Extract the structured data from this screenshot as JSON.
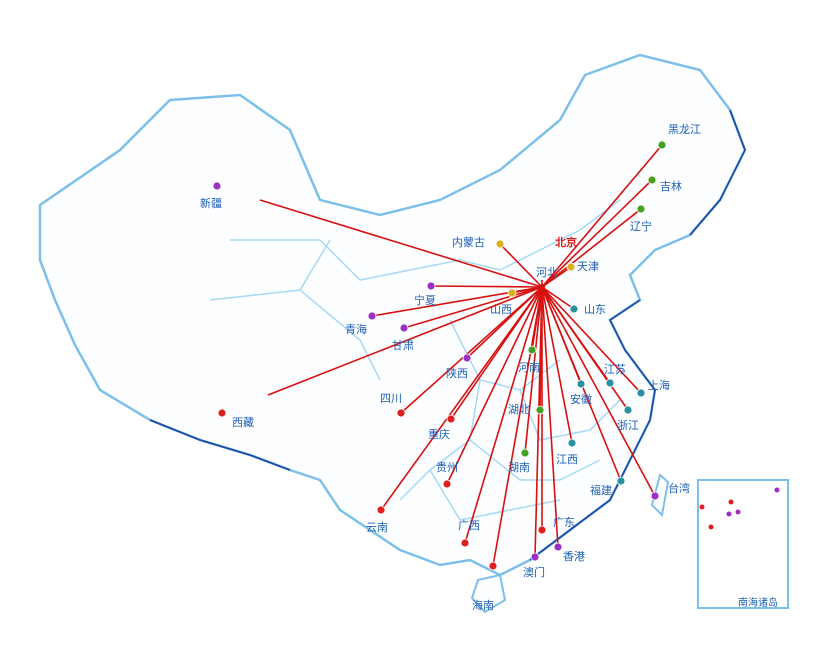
{
  "hub": {
    "name": "北京",
    "color": "#e01818"
  },
  "line_color": "#d81010",
  "inset_label": "南海诸岛",
  "provinces": [
    {
      "name": "黑龙江",
      "color": "#44a020"
    },
    {
      "name": "吉林",
      "color": "#44a020"
    },
    {
      "name": "辽宁",
      "color": "#44a020"
    },
    {
      "name": "内蒙古",
      "color": "#d8b020"
    },
    {
      "name": "天津",
      "color": "#d8b020"
    },
    {
      "name": "河北",
      "color": "#d8b020"
    },
    {
      "name": "山西",
      "color": "#d8b020"
    },
    {
      "name": "山东",
      "color": "#2a8fa0"
    },
    {
      "name": "宁夏",
      "color": "#9b30c8"
    },
    {
      "name": "青海",
      "color": "#9b30c8"
    },
    {
      "name": "甘肃",
      "color": "#9b30c8"
    },
    {
      "name": "陕西",
      "color": "#9b30c8"
    },
    {
      "name": "新疆",
      "color": "#9b30c8"
    },
    {
      "name": "西藏",
      "color": "#e02020"
    },
    {
      "name": "河南",
      "color": "#44a020"
    },
    {
      "name": "四川",
      "color": "#e02020"
    },
    {
      "name": "重庆",
      "color": "#e02020"
    },
    {
      "name": "湖北",
      "color": "#44a020"
    },
    {
      "name": "江苏",
      "color": "#2a8fa0"
    },
    {
      "name": "上海",
      "color": "#2a8fa0"
    },
    {
      "name": "安徽",
      "color": "#2a8fa0"
    },
    {
      "name": "浙江",
      "color": "#2a8fa0"
    },
    {
      "name": "江西",
      "color": "#2a8fa0"
    },
    {
      "name": "湖南",
      "color": "#44a020"
    },
    {
      "name": "贵州",
      "color": "#e02020"
    },
    {
      "name": "云南",
      "color": "#e02020"
    },
    {
      "name": "广西",
      "color": "#e02020"
    },
    {
      "name": "广东",
      "color": "#e02020"
    },
    {
      "name": "福建",
      "color": "#2a8fa0"
    },
    {
      "name": "台湾",
      "color": "#9b30c8"
    },
    {
      "name": "香港",
      "color": "#9b30c8"
    },
    {
      "name": "澳门",
      "color": "#9b30c8"
    },
    {
      "name": "海南",
      "color": "#e02020"
    }
  ]
}
